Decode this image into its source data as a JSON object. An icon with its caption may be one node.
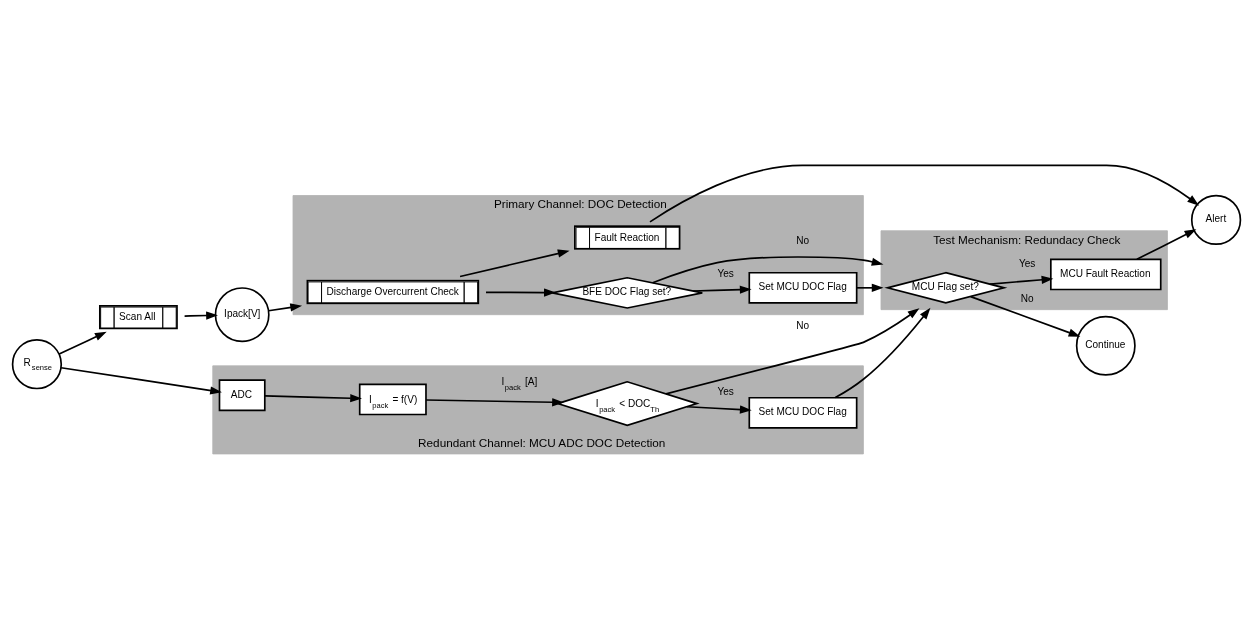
{
  "diagram": {
    "nodes": [
      {
        "text": [
          "Scan All"
        ]
      },
      {
        "text": [
          "Ipack[V]"
        ]
      },
      {
        "text": [
          "R$_{sense}$"
        ]
      },
      {
        "text": [
          "Primary Channel: DOC Detection"
        ]
      },
      {
        "text": [
          "Discharge Overcurrent Check"
        ],
        "in": 3
      },
      {
        "text": [
          "BFE DOC Flag set?"
        ],
        "in": 3
      },
      {
        "text": [
          "Set MCU DOC Flag"
        ],
        "in": 3
      },
      {
        "text": [
          "Fault Reaction"
        ],
        "in": 3
      },
      {
        "text": [
          "Test Mechanism: Redundacy Check"
        ]
      },
      {
        "text": [
          "MCU Flag set?"
        ],
        "in": 8
      },
      {
        "text": [
          "MCU Fault Reaction"
        ],
        "in": 8
      },
      {
        "text": [
          "Alert"
        ]
      },
      {
        "text": [
          "Continue"
        ]
      },
      {
        "text": [
          "Redundant Channel: MCU ADC DOC Detection"
        ]
      },
      {
        "text": [
          "ADC"
        ],
        "in": 13
      },
      {
        "text": [
          "I$_{pack}$ = f(V)"
        ],
        "in": 13
      },
      {
        "text": [
          "I$_{pack}$ < DOC$_{Th}$"
        ],
        "in": 13
      },
      {
        "text": [
          "Set MCU DOC Flag"
        ],
        "in": 13
      }
    ],
    "edges": [
      {
        "from": 2,
        "to": 0,
        "arrow": "to"
      },
      {
        "from": 0,
        "to": 1,
        "arrow": "to"
      },
      {
        "from": 1,
        "to": 4,
        "arrow": "to"
      },
      {
        "from": 4,
        "to": 5,
        "arrow": "to"
      },
      {
        "from": 5,
        "to": 6,
        "arrow": "to",
        "label": "Yes"
      },
      {
        "from": 5,
        "to": 8,
        "arrow": "to",
        "label": "No"
      },
      {
        "from": 6,
        "to": 8,
        "arrow": "to"
      },
      {
        "from": 4,
        "to": 7,
        "arrow": "to"
      },
      {
        "from": 7,
        "to": 11,
        "arrow": "to"
      },
      {
        "from": 9,
        "to": 10,
        "arrow": "to",
        "label": "Yes"
      },
      {
        "from": 10,
        "to": 11,
        "arrow": "to"
      },
      {
        "from": 9,
        "to": 12,
        "arrow": "to",
        "label": "No"
      },
      {
        "from": 2,
        "to": 14,
        "arrow": "to"
      },
      {
        "from": 14,
        "to": 15,
        "arrow": "to"
      },
      {
        "from": 15,
        "to": 16,
        "arrow": "to",
        "label": "I$_{pack}$ [A]"
      },
      {
        "from": 16,
        "to": 17,
        "arrow": "to",
        "label": "Yes"
      },
      {
        "from": 17,
        "to": 8,
        "arrow": "to"
      },
      {
        "from": 16,
        "to": 8,
        "arrow": "to",
        "label": "No"
      }
    ]
  }
}
